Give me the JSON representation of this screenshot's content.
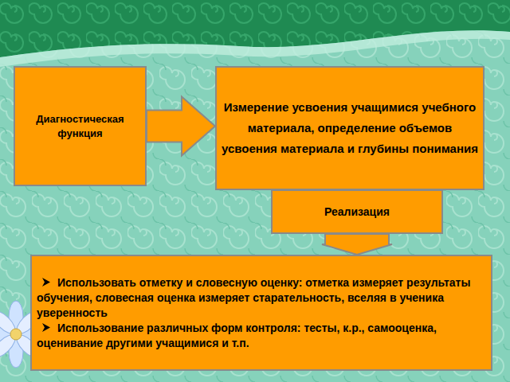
{
  "diagram": {
    "nodes": [
      {
        "text": [
          "Диагностическая функция"
        ]
      },
      {
        "text": [
          "Измерение усвоения учащимися учебного материала, определение объемов усвоения материала и глубины понимания"
        ]
      },
      {
        "text": [
          "Реализация"
        ]
      },
      {
        "text": [
          "Использовать отметку и словесную оценку: отметка измеряет результаты обучения, словесная оценка измеряет старательность, вселяя в ученика уверенность",
          "Использование различных форм контроля: тесты, к.р., самооценка, оценивание другими учащимися и т.п."
        ]
      }
    ],
    "edges": [
      {
        "from": 0,
        "to": 1,
        "arrow": "to"
      },
      {
        "from": 2,
        "to": 3,
        "arrow": "to"
      }
    ]
  }
}
